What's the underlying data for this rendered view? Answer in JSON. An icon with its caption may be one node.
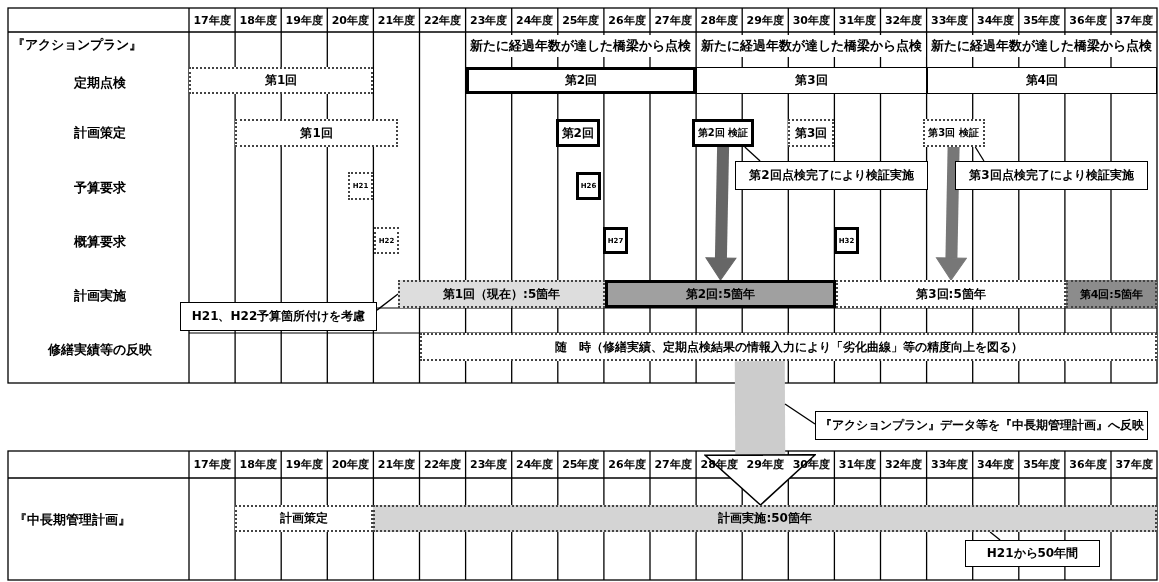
{
  "diagram": {
    "nodes": [
      {
        "text": [
          "第1回"
        ]
      },
      {
        "text": [
          "第2回"
        ]
      },
      {
        "text": [
          "第3回"
        ]
      },
      {
        "text": [
          "第4回"
        ]
      },
      {
        "text": [
          "第1回"
        ]
      },
      {
        "text": [
          "第2回"
        ]
      },
      {
        "text": [
          "第2回 検証"
        ]
      },
      {
        "text": [
          "第3回"
        ]
      },
      {
        "text": [
          "第3回 検証"
        ]
      },
      {
        "text": [
          "第2回点検完了により検証実施"
        ]
      },
      {
        "text": [
          "第3回点検完了により検証実施"
        ]
      },
      {
        "text": [
          "H21"
        ]
      },
      {
        "text": [
          "H26"
        ]
      },
      {
        "text": [
          "H22"
        ]
      },
      {
        "text": [
          "H27"
        ]
      },
      {
        "text": [
          "H32"
        ]
      },
      {
        "text": [
          "H21、H22予算箇所付けを考慮"
        ]
      },
      {
        "text": [
          "第1回（現在）:5箇年"
        ]
      },
      {
        "text": [
          "第2回:5箇年"
        ]
      },
      {
        "text": [
          "第3回:5箇年"
        ]
      },
      {
        "text": [
          "第4回:5箇年"
        ]
      },
      {
        "text": [
          "随　時（修繕実績、定期点検結果の情報入力により「劣化曲線」等の精度向上を図る）"
        ]
      },
      {
        "text": [
          "『アクションプラン』データ等を『中長期管理計画』へ反映"
        ]
      },
      {
        "text": [
          "計画策定"
        ]
      },
      {
        "text": [
          "計画実施:50箇年"
        ]
      },
      {
        "text": [
          "H21から50年間"
        ]
      }
    ],
    "edges": [
      {
        "from": 9,
        "to": 6,
        "arrow": "none"
      },
      {
        "from": 10,
        "to": 8,
        "arrow": "none"
      },
      {
        "from": 6,
        "to": 18,
        "arrow": "to",
        "style": "thick",
        "color": "#666666"
      },
      {
        "from": 8,
        "to": 19,
        "arrow": "to",
        "style": "thick",
        "color": "#777777"
      },
      {
        "from": 16,
        "to": 17,
        "arrow": "none"
      },
      {
        "from": 21,
        "to": 24,
        "arrow": "to",
        "style": "thick",
        "color": "#cccccc"
      },
      {
        "from": 22,
        "to": null,
        "arrow": "none"
      },
      {
        "from": 25,
        "to": 24,
        "arrow": "none"
      }
    ],
    "labels": [
      "17年度",
      "18年度",
      "19年度",
      "20年度",
      "21年度",
      "22年度",
      "23年度",
      "24年度",
      "25年度",
      "26年度",
      "27年度",
      "28年度",
      "29年度",
      "30年度",
      "31年度",
      "32年度",
      "33年度",
      "34年度",
      "35年度",
      "36年度",
      "37年度",
      "『アクションプラン』",
      "新たに経過年数が達した橋梁から点検",
      "新たに経過年数が達した橋梁から点検",
      "新たに経過年数が達した橋梁から点検",
      "定期点検",
      "計画策定",
      "予算要求",
      "概算要求",
      "計画実施",
      "修繕実績等の反映",
      "17年度",
      "18年度",
      "19年度",
      "20年度",
      "21年度",
      "22年度",
      "23年度",
      "24年度",
      "25年度",
      "26年度",
      "27年度",
      "28年度",
      "29年度",
      "30年度",
      "31年度",
      "32年度",
      "33年度",
      "34年度",
      "35年度",
      "36年度",
      "37年度",
      "『中長期管理計画』"
    ]
  }
}
